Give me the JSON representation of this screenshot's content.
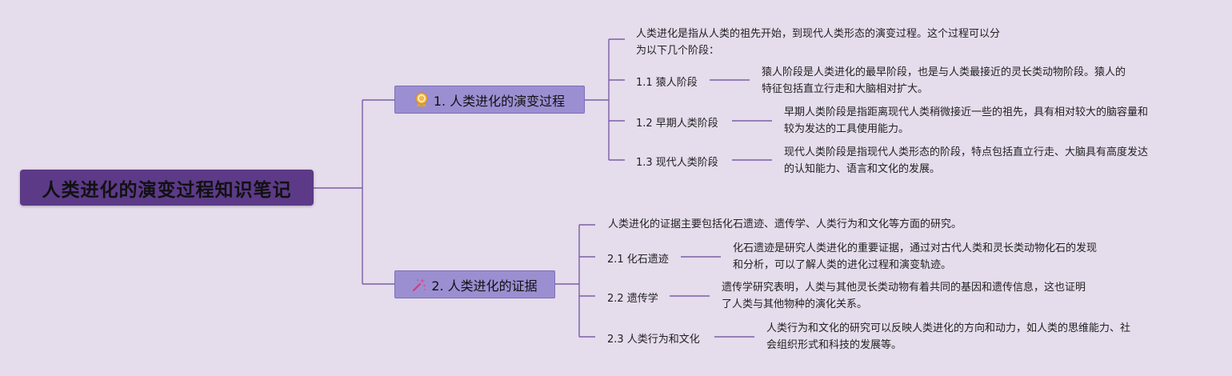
{
  "root": {
    "title": "人类进化的演变过程知识笔记"
  },
  "branch1": {
    "label": "1. 人类进化的演变过程",
    "icon": "award-ribbon-icon",
    "intro_line1": "人类进化是指从人类的祖先开始，到现代人类形态的演变过程。这个过程可以分",
    "intro_line2": "为以下几个阶段：",
    "items": [
      {
        "label": "1.1 猿人阶段",
        "line1": "猿人阶段是人类进化的最早阶段，也是与人类最接近的灵长类动物阶段。猿人的",
        "line2": "特征包括直立行走和大脑相对扩大。"
      },
      {
        "label": "1.2 早期人类阶段",
        "line1": "早期人类阶段是指距离现代人类稍微接近一些的祖先，具有相对较大的脑容量和",
        "line2": "较为发达的工具使用能力。"
      },
      {
        "label": "1.3 现代人类阶段",
        "line1": "现代人类阶段是指现代人类形态的阶段，特点包括直立行走、大脑具有高度发达",
        "line2": "的认知能力、语言和文化的发展。"
      }
    ]
  },
  "branch2": {
    "label": "2. 人类进化的证据",
    "icon": "magic-wand-sparkle-icon",
    "intro_line1": "人类进化的证据主要包括化石遗迹、遗传学、人类行为和文化等方面的研究。",
    "items": [
      {
        "label": "2.1 化石遗迹",
        "line1": "化石遗迹是研究人类进化的重要证据，通过对古代人类和灵长类动物化石的发现",
        "line2": "和分析，可以了解人类的进化过程和演变轨迹。"
      },
      {
        "label": "2.2 遗传学",
        "line1": "遗传学研究表明，人类与其他灵长类动物有着共同的基因和遗传信息，这也证明",
        "line2": "了人类与其他物种的演化关系。"
      },
      {
        "label": "2.3 人类行为和文化",
        "line1": "人类行为和文化的研究可以反映人类进化的方向和动力，如人类的思维能力、社",
        "line2": "会组织形式和科技的发展等。"
      }
    ]
  },
  "colors": {
    "background": "#e5dcec",
    "root": "#5c3a87",
    "branch": "#9b8fd2",
    "line": "#7a5ea6"
  }
}
